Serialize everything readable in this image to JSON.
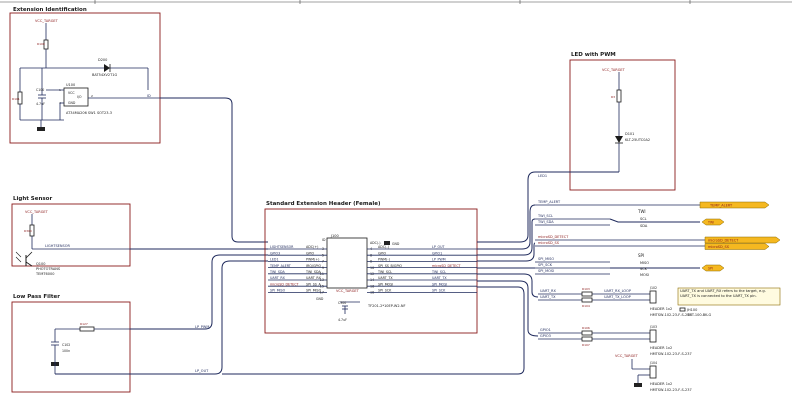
{
  "blocks": {
    "extension_id": {
      "title": "Extension Identification",
      "vcc": "VCC_TARGET",
      "res_label": "R100",
      "res_value": "1k",
      "diode_ref": "D200",
      "diode_part": "BAT54XV2T1G",
      "ic_ref": "U100",
      "ic_vcc": "VCC",
      "ic_io": "I/O",
      "ic_gnd": "GND",
      "ic_part": "AT34MA206 SW1 SOT23-3",
      "cap_ref": "C100",
      "cap_value": "4.7uF",
      "r_ref": "R101",
      "pin1": "1",
      "pin2": "2",
      "pin3": "3",
      "net": "ID"
    },
    "led_pwm": {
      "title": "LED with PWM",
      "vcc": "VCC_TARGET",
      "res_ref": "R3",
      "diode_ref": "D101",
      "diode_part": "KLT-25UTC0A2"
    },
    "light_sensor": {
      "title": "Light Sensor",
      "vcc": "VCC_TARGET",
      "res_ref": "R300",
      "net": "LIGHTSENSOR",
      "q_ref": "Q100",
      "q_part": "PHOTOTRANS",
      "q_value": "TEMT6000"
    },
    "low_pass": {
      "title": "Low Pass Filter",
      "res_ref": "R127",
      "cap_ref": "C102",
      "cap_value": "100n",
      "net_in": "LP_PWM",
      "net_out": "LP_OUT"
    }
  },
  "header": {
    "title": "Standard Extension Header (Female)",
    "ref": "J100",
    "vcc": "VCC_TARGET",
    "gnd": "GND",
    "cap_ref": "C300",
    "cap_value": "4.7uF",
    "part": "TF201-2*10EP-W2-NF",
    "left_nets": [
      "LIGHTSENSOR",
      "GPIO3",
      "LED1",
      "TEMP_ALERT",
      "TWI_SDA",
      "UART_RX",
      "microSD_DETECT",
      "SPI_MISO"
    ],
    "left_fns": [
      "ADC(+)",
      "GPIO",
      "PWM(+)",
      "IRQ/GPIO",
      "TWI_SDA",
      "UART_RX",
      "SPI_SS_A",
      "SPI_MISO"
    ],
    "left_pins": [
      "3",
      "5",
      "7",
      "9",
      "11",
      "13",
      "15",
      "17"
    ],
    "right_pins": [
      "4",
      "6",
      "8",
      "10",
      "12",
      "14",
      "16",
      "18"
    ],
    "right_fns": [
      "ADC(-)",
      "GPIO",
      "PWM(-)",
      "SPI_SS_B/GPIO",
      "TWI_SCL",
      "UART_TX",
      "SPI_MOSI",
      "SPI_SCK"
    ],
    "right_nets": [
      "LP_OUT",
      "GPIO1",
      "LP_PWM",
      "microSD_DETECT",
      "TWI_SCL",
      "UART_TX",
      "SPI_MOSI",
      "SPI_SCK"
    ],
    "top_left_pin": "ID",
    "top_right_fn": "ADC(-)",
    "top_right_net": "GND"
  },
  "right_side": {
    "led_net": "LED1",
    "temp_alert": "TEMP_ALERT",
    "temp_alert_tag": "TEMP_ALERT",
    "twi_group": "TWI",
    "twi_scl": "TWI_SCL",
    "twi_sda": "TWI_SDA",
    "scl": "SCL",
    "sda": "SDA",
    "twi_tag": "TWI",
    "sd_detect": "microSD_DETECT",
    "sd_detect_tag": "microSD_DETECT",
    "sd_ss": "microSD_SS",
    "sd_ss_tag": "microSD_SS",
    "spi_group": "SPI",
    "spi_nets": [
      "SPI_MISO",
      "SPI_SCK",
      "SPI_MOSI"
    ],
    "spi_short": [
      "MISO",
      "SCK",
      "MOSI"
    ],
    "spi_tag": "SPI",
    "uart_rx": "UART_RX",
    "uart_tx": "UART_TX",
    "uart_loop": "UART_RX_LOOP",
    "uart_loop2": "UART_TX_LOOP",
    "r_uart1": "R103",
    "r_uart2": "R104",
    "j_uart": "J102",
    "j_uart_part": "HEADER 1x2",
    "j_uart_mfr": "HMTSW-102-23-F-S-237",
    "note": "UART_TX and UART_RX refers to the target, e.g. UART_TX is connected to the UART_TX pin.",
    "jumper_ref": "JH100",
    "jumper_part": "SNT-100-BK-G",
    "gpio1": "GPIO1",
    "gpio3": "GPIO3",
    "r_gpio1": "R106",
    "r_gpio2": "R107",
    "j_gpio": "J103",
    "j_gpio_part": "HEADER 1x2",
    "j_gpio_mfr": "HMTSW-102-23-F-S-237",
    "vcc": "VCC_TARGET",
    "j_vcc": "J104",
    "j_vcc_part": "HEADER 1x2",
    "j_vcc_mfr": "HMTSW-102-23-F-S-237"
  }
}
